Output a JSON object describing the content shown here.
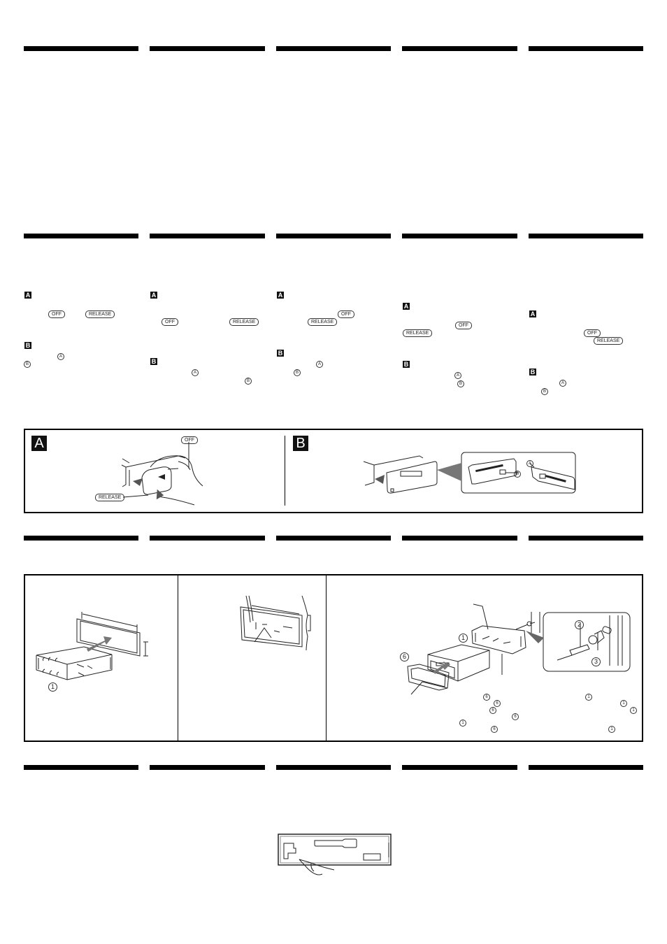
{
  "page": {
    "type": "installation manual page (text removed)",
    "columns": 5
  },
  "header_bars": {
    "rows_y": [
      66,
      334,
      766,
      1094
    ],
    "columns_x": [
      34,
      214,
      395,
      575,
      756
    ],
    "width": 164
  },
  "sections": {
    "detach_front_panel": {
      "columns": [
        {
          "step_a": {
            "marker": "A",
            "buttons": [
              {
                "label": "OFF"
              },
              {
                "label": "RELEASE"
              }
            ]
          },
          "step_b": {
            "marker": "B",
            "callouts": [
              "A",
              "B"
            ]
          }
        },
        {
          "step_a": {
            "marker": "A",
            "buttons": [
              {
                "label": "OFF"
              },
              {
                "label": "RELEASE"
              }
            ]
          },
          "step_b": {
            "marker": "B",
            "callouts": [
              "A",
              "B"
            ]
          }
        },
        {
          "step_a": {
            "marker": "A",
            "buttons": [
              {
                "label": "OFF"
              },
              {
                "label": "RELEASE"
              }
            ]
          },
          "step_b": {
            "marker": "B",
            "callouts": [
              "A",
              "B"
            ]
          }
        },
        {
          "step_a": {
            "marker": "A",
            "buttons": [
              {
                "label": "OFF"
              },
              {
                "label": "RELEASE"
              }
            ]
          },
          "step_b": {
            "marker": "B",
            "callouts": [
              "A",
              "B"
            ]
          }
        },
        {
          "step_a": {
            "marker": "A",
            "buttons": [
              {
                "label": "OFF"
              },
              {
                "label": "RELEASE"
              }
            ]
          },
          "step_b": {
            "marker": "B",
            "callouts": [
              "A",
              "B"
            ]
          }
        }
      ]
    },
    "figure_ab": {
      "panel_a": {
        "letter": "A",
        "labels": {
          "off": "OFF",
          "release": "RELEASE"
        }
      },
      "panel_b": {
        "letter": "B",
        "callouts": {
          "a": "A",
          "b": "B"
        }
      }
    },
    "figure_mounting": {
      "panel_1": {
        "callout": "1"
      },
      "panel_3": {
        "callouts": {
          "one": "1",
          "two": "2",
          "three": "3",
          "six": "6"
        },
        "text_callouts": [
          "6",
          "6",
          "6",
          "6",
          "1",
          "6",
          "1",
          "1",
          "1",
          "1"
        ]
      }
    },
    "figure_reset": {
      "description": "front panel with reset hole and pen tip"
    }
  }
}
